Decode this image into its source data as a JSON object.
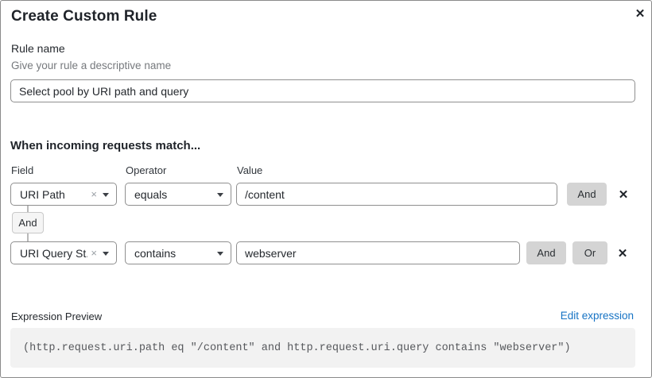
{
  "dialog": {
    "title": "Create Custom Rule"
  },
  "icons": {
    "close": "✕",
    "delete_row": "✕",
    "clear_selection": "×"
  },
  "rule_name": {
    "label": "Rule name",
    "hint": "Give your rule a descriptive name",
    "value": "Select pool by URI path and query"
  },
  "match": {
    "heading": "When incoming requests match...",
    "columns": {
      "field": "Field",
      "operator": "Operator",
      "value": "Value"
    },
    "connector_label": "And",
    "rows": [
      {
        "field": "URI Path",
        "operator": "equals",
        "value": "/content",
        "and_label": "And"
      },
      {
        "field": "URI Query St...",
        "operator": "contains",
        "value": "webserver",
        "and_label": "And",
        "or_label": "Or"
      }
    ]
  },
  "expression": {
    "label": "Expression Preview",
    "edit_link": "Edit expression",
    "code": "(http.request.uri.path eq \"/content\" and http.request.uri.query contains \"webserver\")"
  },
  "colors": {
    "link_blue": "#1673c4",
    "button_gray": "#d4d4d4",
    "input_border_gray": "#8f8f8f",
    "code_background": "#f2f2f2"
  }
}
